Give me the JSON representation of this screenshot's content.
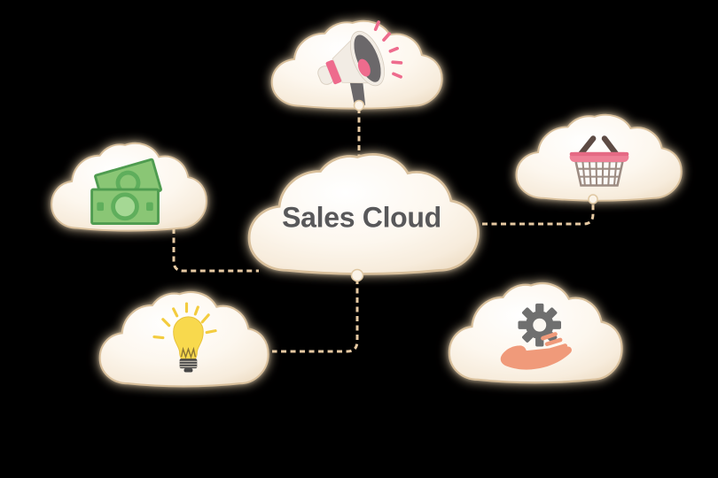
{
  "diagram": {
    "title": "Sales Cloud",
    "background_color": "#000000",
    "title_color": "#58585a",
    "connector_color": "#e6c9a2",
    "cloud_style": {
      "fill_center": "#ffffff",
      "fill_mid": "#fdf7ee",
      "fill_edge": "#efdfc8",
      "rim_color": "#d8bf9b",
      "glow_color": "#ffe7c2"
    },
    "clouds": [
      {
        "id": "central",
        "label": "Sales Cloud",
        "icon": ""
      },
      {
        "id": "top",
        "label": "",
        "icon": "megaphone-icon"
      },
      {
        "id": "left",
        "label": "",
        "icon": "money-bills-icon"
      },
      {
        "id": "right",
        "label": "",
        "icon": "shopping-basket-icon"
      },
      {
        "id": "bottom-left",
        "label": "",
        "icon": "lightbulb-icon"
      },
      {
        "id": "bottom-right",
        "label": "",
        "icon": "hand-gear-icon"
      }
    ],
    "icon_colors": {
      "megaphone_body": "#f2ece4",
      "megaphone_dark": "#6b686a",
      "megaphone_pink": "#ee6b8d",
      "money_green": "#8ac675",
      "money_green_dark": "#4f9c50",
      "money_green_ring": "#5fae5c",
      "basket_pink": "#ee8096",
      "basket_handle_brown": "#5d4b44",
      "basket_grid": "#9d8c83",
      "bulb_yellow": "#f8d94d",
      "bulb_ray_yellow": "#f3cc3f",
      "bulb_base_gray": "#454545",
      "gear_gray": "#6f6f6f",
      "hand_salmon": "#f09a7a"
    }
  }
}
